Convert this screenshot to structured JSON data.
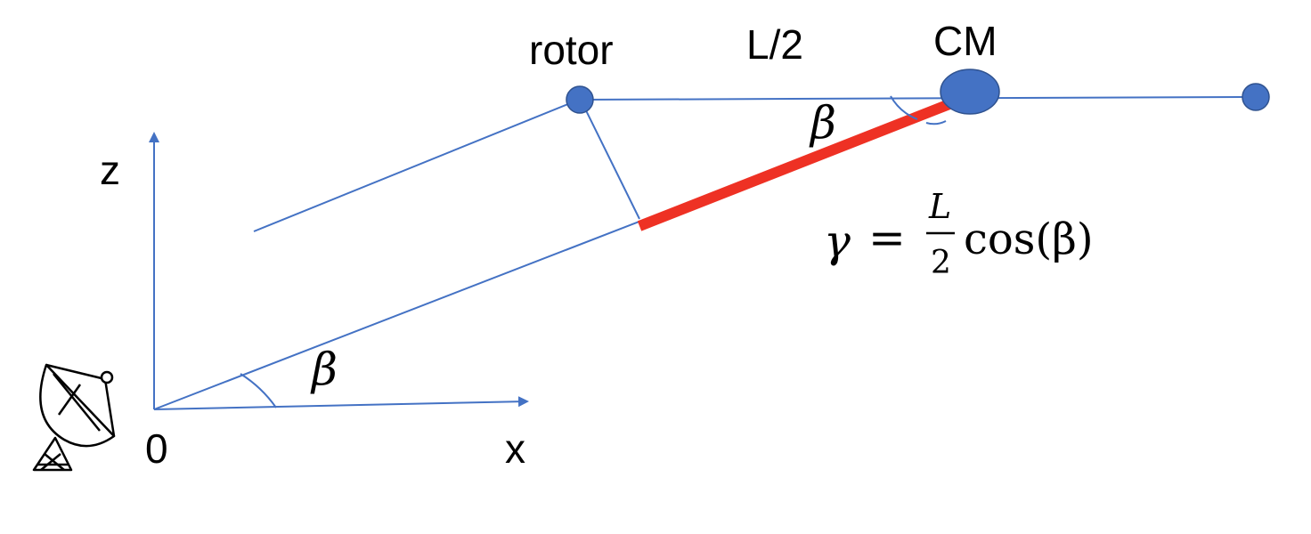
{
  "labels": {
    "rotor": "rotor",
    "half_length": "L/2",
    "center_of_mass": "CM",
    "z_axis": "z",
    "x_axis": "x",
    "origin": "0",
    "beta_top": "β",
    "beta_bottom": "β"
  },
  "formula": {
    "lhs": "γ",
    "equals": "=",
    "numerator": "L",
    "denominator": "2",
    "function": "cos(β)"
  },
  "colors": {
    "line": "#4472c4",
    "node": "#4472c4",
    "highlight": "#ee3124",
    "text": "#000000"
  },
  "icons": {
    "antenna": "satellite-dish-icon"
  }
}
